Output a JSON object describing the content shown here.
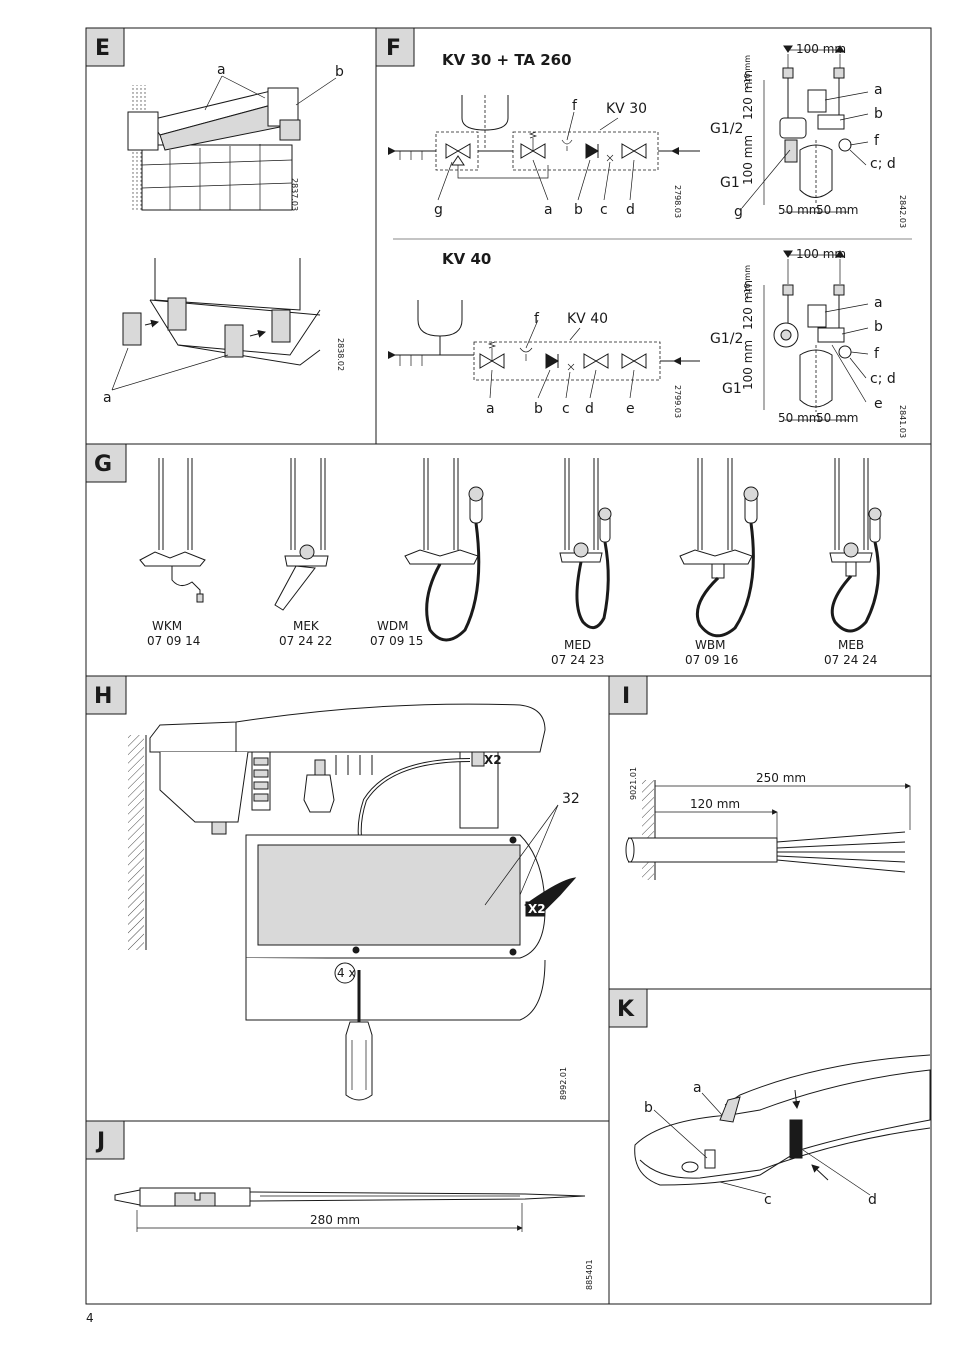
{
  "page_number": "4",
  "sections": {
    "E": {
      "letter": "E",
      "labels": {
        "a_top": "a",
        "b_top": "b",
        "a_bottom": "a"
      },
      "codes": [
        "2837.03",
        "2838.02"
      ]
    },
    "F": {
      "letter": "F",
      "kv30": {
        "title": "KV 30 + TA 260",
        "group": "KV 30",
        "valve_labels": [
          "g",
          "a",
          "b",
          "c",
          "d"
        ],
        "f_label": "f",
        "code": "2798.03",
        "dims": {
          "width": "100 mm",
          "h1": "120 mm",
          "h2": "100 mm",
          "w1": "50 mm",
          "w2": "50 mm",
          "small": "~10 mm"
        },
        "threads": [
          "G1/2",
          "G1"
        ],
        "side_labels": [
          "a",
          "b",
          "f",
          "c; d"
        ],
        "g_label": "g",
        "code2": "2842.03"
      },
      "kv40": {
        "title": "KV 40",
        "group": "KV 40",
        "valve_labels": [
          "a",
          "b",
          "c",
          "d",
          "e"
        ],
        "f_label": "f",
        "code": "2799.03",
        "dims": {
          "width": "100 mm",
          "h1": "120 mm",
          "h2": "100 mm",
          "w1": "50 mm",
          "w2": "50 mm",
          "small": "~10 mm"
        },
        "threads": [
          "G1/2",
          "G1"
        ],
        "side_labels": [
          "a",
          "b",
          "f",
          "c; d",
          "e"
        ],
        "code2": "2841.03"
      }
    },
    "G": {
      "letter": "G",
      "items": [
        {
          "name": "WKM",
          "code": "07 09 14"
        },
        {
          "name": "MEK",
          "code": "07 24 22"
        },
        {
          "name": "WDM",
          "code": "07 09 15"
        },
        {
          "name": "MED",
          "code": "07 24 23"
        },
        {
          "name": "WBM",
          "code": "07 09 16"
        },
        {
          "name": "MEB",
          "code": "07 24 24"
        }
      ]
    },
    "H": {
      "letter": "H",
      "callout": "32",
      "x2_top": "X2",
      "x2_side": "X2",
      "screws": "4 x",
      "code": "8992.01"
    },
    "I": {
      "letter": "I",
      "long_dim": "250 mm",
      "short_dim": "120 mm",
      "code": "9021.01"
    },
    "J": {
      "letter": "J",
      "dim": "280 mm",
      "code": "885401"
    },
    "K": {
      "letter": "K",
      "labels": {
        "a": "a",
        "b": "b",
        "c": "c",
        "d": "d"
      }
    }
  }
}
